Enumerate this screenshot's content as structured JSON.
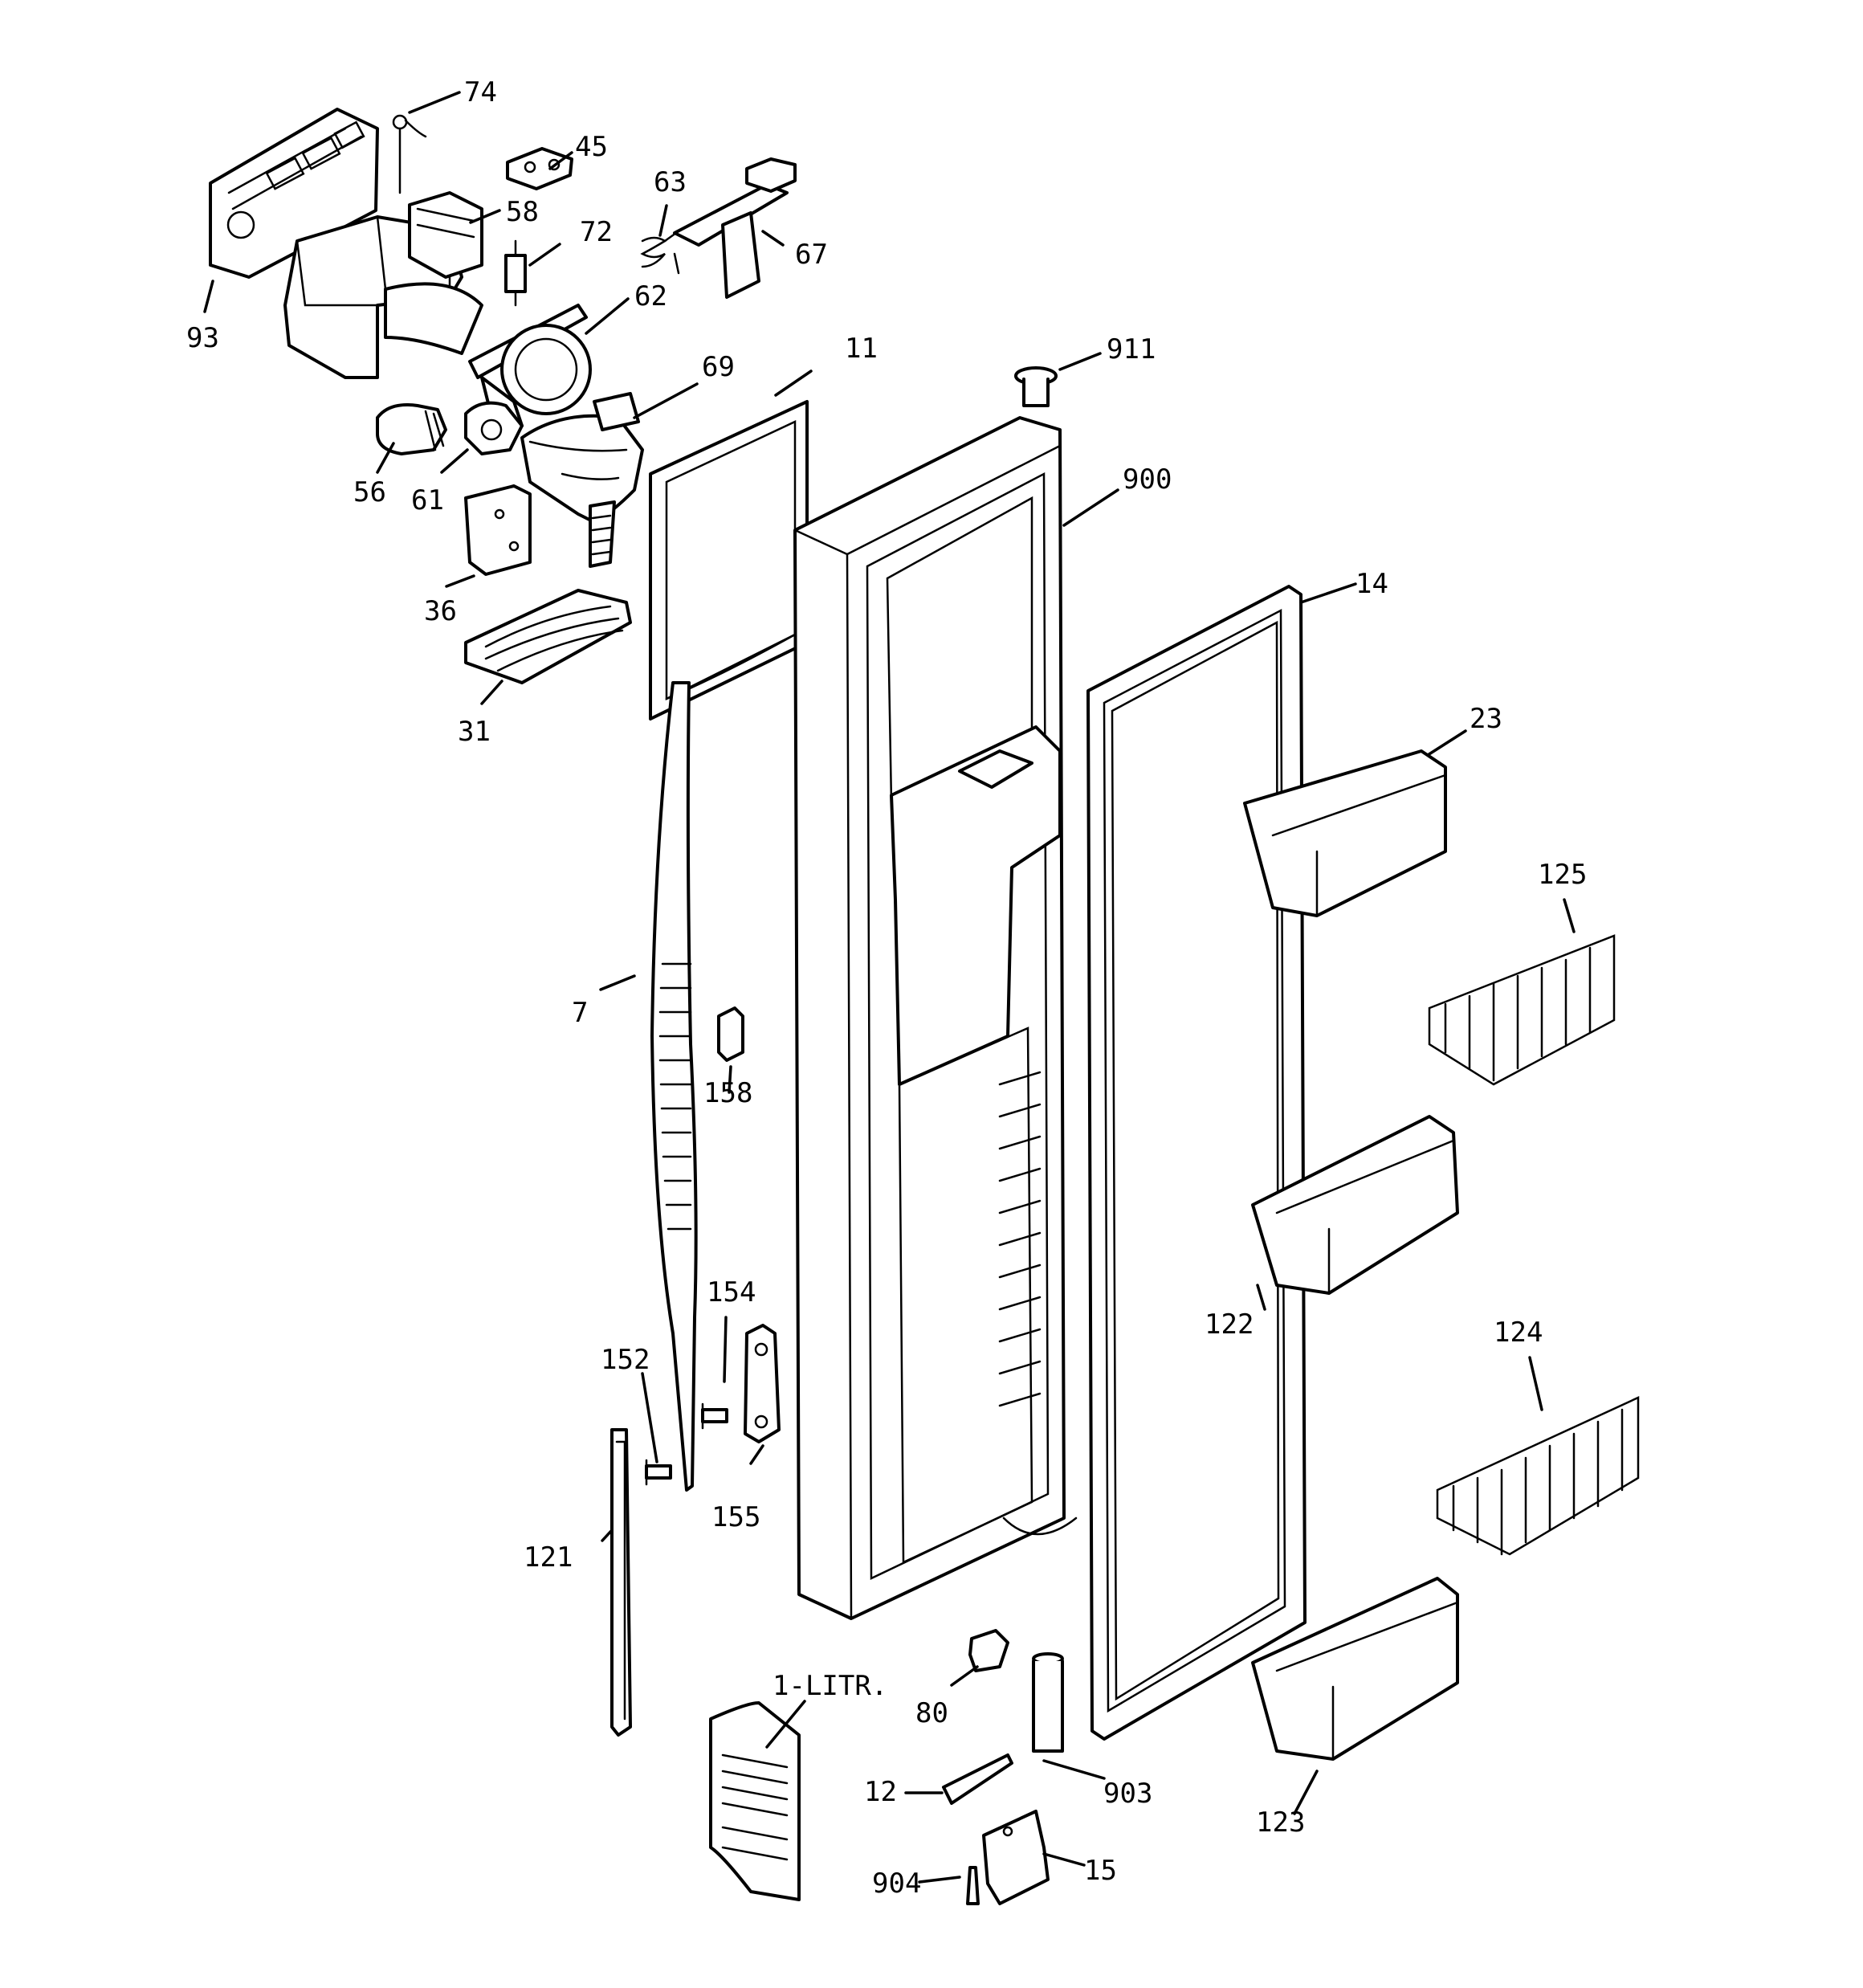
{
  "callouts": {
    "c74": "74",
    "c45": "45",
    "c63": "63",
    "c58": "58",
    "c72": "72",
    "c67": "67",
    "c62": "62",
    "c93": "93",
    "c11": "11",
    "c911": "911",
    "c69": "69",
    "c56": "56",
    "c61": "61",
    "c900": "900",
    "c36": "36",
    "c14": "14",
    "c31": "31",
    "c23": "23",
    "c125": "125",
    "c7": "7",
    "c158": "158",
    "c122": "122",
    "c154": "154",
    "c124": "124",
    "c152": "152",
    "c155": "155",
    "c121": "121",
    "c1litr": "1-LITR.",
    "c80": "80",
    "c903": "903",
    "c12": "12",
    "c123": "123",
    "c904": "904",
    "c15": "15"
  },
  "colors": {
    "line": "#000000",
    "background": "#ffffff"
  }
}
